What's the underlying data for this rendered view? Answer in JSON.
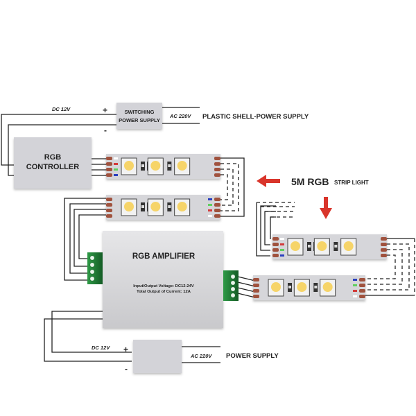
{
  "title": "RGB LED strip wiring diagram with RGB amplifier",
  "top_supply": {
    "name": "SWITCHING POWER SUPPLY",
    "name_line1": "SWITCHING",
    "name_line2": "POWER SUPPLY",
    "dc_label": "DC 12V",
    "ac_label": "AC 220V",
    "plus": "+",
    "minus": "-",
    "caption": "PLASTIC SHELL-POWER SUPPLY"
  },
  "controller": {
    "line1": "RGB",
    "line2": "CONTROLLER"
  },
  "strip_callout": {
    "main": "5M RGB",
    "sub": "STRIP LIGHT",
    "arrow_color": "#d9352b"
  },
  "amplifier": {
    "title": "RGB AMPLIFIER",
    "spec1": "Input/Output Voltage: DC12-24V",
    "spec2": "Total Output of Current: 12A"
  },
  "bottom_supply": {
    "dc_label": "DC 12V",
    "ac_label": "AC 220V",
    "plus": "+",
    "minus": "-",
    "caption": "POWER SUPPLY"
  },
  "strips": [
    {
      "id": "strip-1",
      "pads_side": "left"
    },
    {
      "id": "strip-2",
      "pads_side": "right"
    },
    {
      "id": "strip-3",
      "pads_side": "left"
    },
    {
      "id": "strip-4",
      "pads_side": "right"
    }
  ],
  "colors": {
    "box": "#d3d3d8",
    "strip": "#d6d6da",
    "pad": "#a0523e",
    "terminal": "#1e7a35",
    "led": "#f6d469",
    "wire": "#222222",
    "pin_colors": [
      "#ffffff",
      "#d23a3a",
      "#5fcf5f",
      "#2a3fbf"
    ]
  }
}
